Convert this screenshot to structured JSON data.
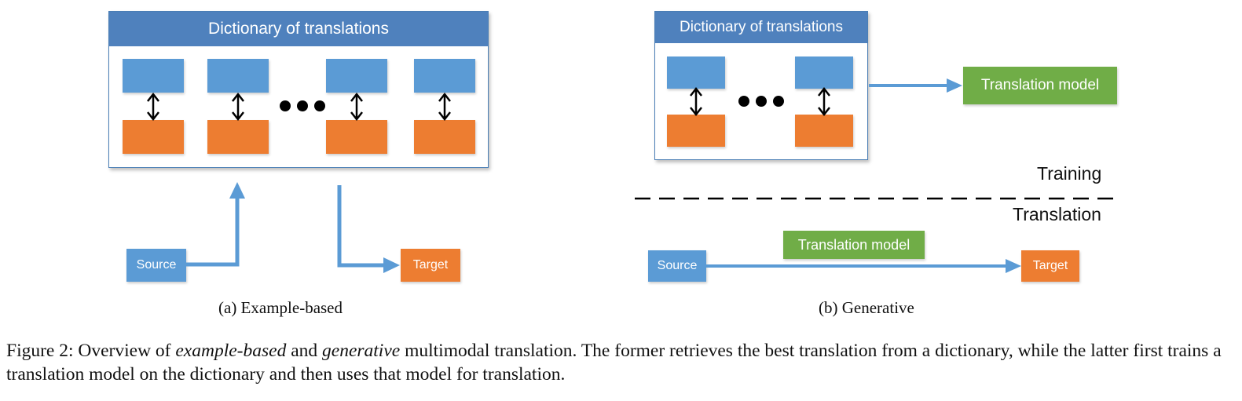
{
  "panel_a": {
    "dictionary_title": "Dictionary of translations",
    "source_label": "Source",
    "target_label": "Target",
    "caption": "(a) Example-based"
  },
  "panel_b": {
    "dictionary_title": "Dictionary of translations",
    "model_label_top": "Translation model",
    "training_label": "Training",
    "translation_label": "Translation",
    "model_label_bottom": "Translation model",
    "source_label": "Source",
    "target_label": "Target",
    "caption": "(b) Generative"
  },
  "figure_caption": {
    "prefix": "Figure 2:  Overview of ",
    "term1": "example-based",
    "middle": " and ",
    "term2": "generative",
    "suffix": " multimodal translation. The former retrieves the best translation from a dictionary, while the latter first trains a translation model on the dictionary and then uses that model for translation."
  },
  "colors": {
    "source_blue": "#5b9bd5",
    "target_orange": "#ed7d31",
    "model_green": "#70ad47",
    "header_blue": "#4f81bd",
    "arrow_blue": "#5b9bd5"
  }
}
